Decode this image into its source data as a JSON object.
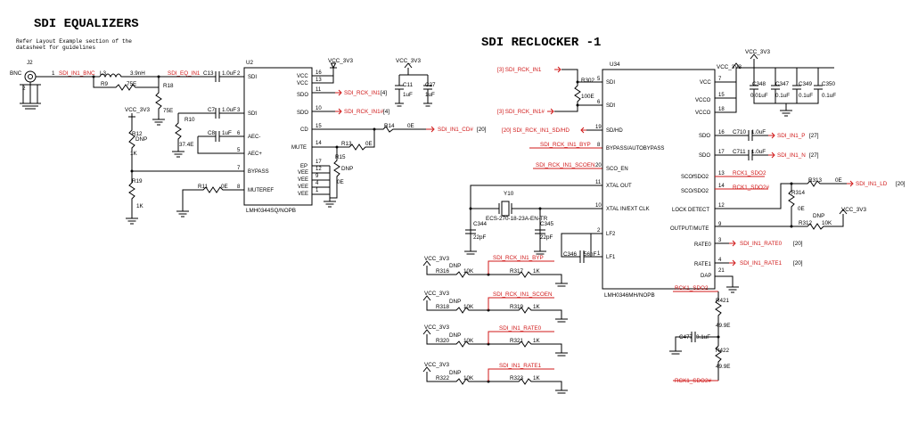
{
  "titles": {
    "equalizers": "SDI EQUALIZERS",
    "reclocker": "SDI RECLOCKER -1"
  },
  "note": [
    "Refer Layout Example section of the",
    "datasheet for guidelines"
  ],
  "rails": {
    "vcc": "VCC_3V3"
  },
  "colors": {
    "wire": "#000000",
    "net": "#d01818"
  },
  "connector": {
    "ref": "J2",
    "type": "BNC",
    "pin1": "1",
    "pin2": "2"
  },
  "equalizer": {
    "ref": "U2",
    "part": "LMH0344SQ/NOPB",
    "pins_left": [
      {
        "num": "2",
        "name": "SDI"
      },
      {
        "num": "3",
        "name": "SDI",
        "overline": true
      },
      {
        "num": "6",
        "name": "AEC-"
      },
      {
        "num": "5",
        "name": "AEC+"
      },
      {
        "num": "7",
        "name": "BYPASS"
      },
      {
        "num": "8",
        "name": "MUTEREF"
      }
    ],
    "pins_right": [
      {
        "num": "16",
        "name": "VCC"
      },
      {
        "num": "13",
        "name": "VCC"
      },
      {
        "num": "11",
        "name": "SDO"
      },
      {
        "num": "10",
        "name": "SDO",
        "overline": true
      },
      {
        "num": "15",
        "name": "CD",
        "overline": true
      },
      {
        "num": "14",
        "name": "MUTE"
      },
      {
        "num": "17",
        "name": "EP"
      },
      {
        "num": "12",
        "name": "VEE"
      },
      {
        "num": "9",
        "name": "VEE"
      },
      {
        "num": "4",
        "name": "VEE"
      },
      {
        "num": "1",
        "name": "VEE"
      }
    ],
    "nets": {
      "bnc": "SDI_IN1_BNC",
      "eq": "SDI_EQ_IN1",
      "rck_p": "SDI_RCK_IN1",
      "rck_n": "SDI_RCK_IN1#",
      "cd": "SDI_IN1_CD#",
      "sheet4": "[4]",
      "sheet20": "[20]"
    },
    "parts": {
      "L3": {
        "ref": "L3",
        "value": "3.9nH"
      },
      "R9": {
        "ref": "R9",
        "value": "75E"
      },
      "R18": {
        "ref": "R18",
        "value": "75E"
      },
      "C13": {
        "ref": "C13",
        "value": "1.0uF"
      },
      "C7": {
        "ref": "C7",
        "value": "1.0uF"
      },
      "R10": {
        "ref": "R10",
        "value": "37.4E"
      },
      "C8": {
        "ref": "C8",
        "value": "1uF"
      },
      "R12": {
        "ref": "R12",
        "dnp": "DNP",
        "value": "1K"
      },
      "R19": {
        "ref": "R19",
        "value": "1K"
      },
      "R11": {
        "ref": "R11",
        "value": "0E"
      },
      "R13": {
        "ref": "R13",
        "value": "0E"
      },
      "R14": {
        "ref": "R14",
        "value": "0E"
      },
      "R15": {
        "ref": "R15",
        "dnp": "DNP",
        "value": "0E"
      },
      "C11": {
        "ref": "C11",
        "value": "1uF"
      },
      "C27": {
        "ref": "C27",
        "value": "1uF"
      }
    }
  },
  "reclocker": {
    "ref": "U34",
    "part": "LMH0346MH/NOPB",
    "pins_left": [
      {
        "num": "5",
        "name": "SDI"
      },
      {
        "num": "6",
        "name": "SDI",
        "overline": true
      },
      {
        "num": "19",
        "name": "SD/HD",
        "overline_part": "HD"
      },
      {
        "num": "8",
        "name": "BYPASS/AUTOBYPASS",
        "overline_part": "AUTOBYPASS"
      },
      {
        "num": "20",
        "name": "SCO_EN"
      },
      {
        "num": "11",
        "name": "XTAL OUT"
      },
      {
        "num": "10",
        "name": "XTAL IN/EXT CLK"
      },
      {
        "num": "2",
        "name": "LF2"
      },
      {
        "num": "1",
        "name": "LF1"
      }
    ],
    "pins_right": [
      {
        "num": "7",
        "name": "VCC"
      },
      {
        "num": "15",
        "name": "VCCO"
      },
      {
        "num": "18",
        "name": "VCCO"
      },
      {
        "num": "16",
        "name": "SDO",
        "overline": true
      },
      {
        "num": "17",
        "name": "SDO"
      },
      {
        "num": "13",
        "name": "SCO/SDO2",
        "overline": true
      },
      {
        "num": "14",
        "name": "SCO/SDO2"
      },
      {
        "num": "12",
        "name": "LOCK DETECT"
      },
      {
        "num": "9",
        "name": "OUTPUT/MUTE",
        "overline_part": "MUTE"
      },
      {
        "num": "3",
        "name": "RATE0"
      },
      {
        "num": "4",
        "name": "RATE1"
      },
      {
        "num": "21",
        "name": "DAP"
      }
    ],
    "nets": {
      "in_p": "[3]  SDI_RCK_IN1",
      "in_n": "[3]  SDI_RCK_IN1#",
      "sdhd": "[20]  SDI_RCK_IN1_SD/HD",
      "byp": "SDI_RCK_IN1_BYP",
      "scoen": "SDI_RCK_IN1_SCOEN",
      "out_p": "SDI_IN1_P",
      "out_n": "SDI_IN1_N",
      "sdo2": "RCK1_SDO2",
      "sdo2n": "RCK1_SDO2#",
      "ld": "SDI_IN1_LD",
      "rate0": "SDI_IN1_RATE0",
      "rate1": "SDI_IN1_RATE1",
      "sheet27": "[27]",
      "sheet20": "[20]"
    },
    "parts": {
      "R302": {
        "ref": "R302",
        "value": "100E"
      },
      "C710": {
        "ref": "C710",
        "value": "1.0uF"
      },
      "C711": {
        "ref": "C711",
        "value": "1.0uF"
      },
      "C348": {
        "ref": "C348",
        "value": "0.01uF"
      },
      "C347": {
        "ref": "C347",
        "value": "0.1uF"
      },
      "C349": {
        "ref": "C349",
        "value": "0.1uF"
      },
      "C350": {
        "ref": "C350",
        "value": "0.1uF"
      },
      "R313": {
        "ref": "R313",
        "value": "0E"
      },
      "R314": {
        "ref": "R314",
        "value": "0E"
      },
      "R312": {
        "ref": "R312",
        "dnp": "DNP",
        "value": "10K"
      },
      "Y10": {
        "ref": "Y10",
        "part": "ECS-270-18-23A-EN-TR"
      },
      "C344": {
        "ref": "C344",
        "value": "22pF"
      },
      "C345": {
        "ref": "C345",
        "value": "22pF"
      },
      "C346": {
        "ref": "C346",
        "value": "56nF"
      },
      "R421": {
        "ref": "R421",
        "value": "49.9E"
      },
      "R422": {
        "ref": "R422",
        "value": "49.9E"
      },
      "C477": {
        "ref": "C477",
        "value": "0.1uF"
      }
    },
    "straps": [
      {
        "hi": "R316",
        "lo": "R317",
        "net": "SDI_RCK_IN1_BYP",
        "dnp": "DNP",
        "hi_value": "10K",
        "lo_value": "1K"
      },
      {
        "hi": "R318",
        "lo": "R319",
        "net": "SDI_RCK_IN1_SCOEN",
        "dnp": "DNP",
        "hi_value": "10K",
        "lo_value": "1K"
      },
      {
        "hi": "R320",
        "lo": "R321",
        "net": "SDI_IN1_RATE0",
        "dnp": "DNP",
        "hi_value": "10K",
        "lo_value": "1K"
      },
      {
        "hi": "R322",
        "lo": "R323",
        "net": "SDI_IN1_RATE1",
        "dnp": "DNP",
        "hi_value": "10K",
        "lo_value": "1K"
      }
    ]
  }
}
